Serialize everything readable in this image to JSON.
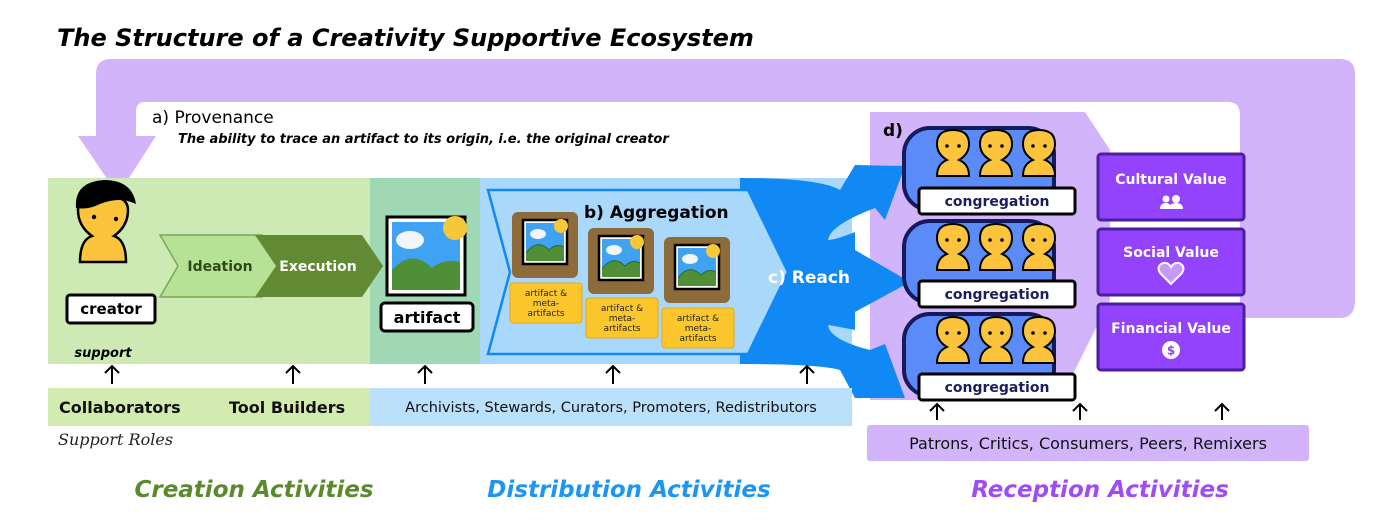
{
  "title": "The Structure of a Creativity Supportive Ecosystem",
  "provenance": {
    "label": "a) Provenance",
    "description": "The ability to trace an artifact to its origin, i.e. the original creator"
  },
  "creation": {
    "creator_label": "creator",
    "stages": [
      "Ideation",
      "Execution"
    ],
    "artifact_label": "artifact",
    "support_label": "support"
  },
  "distribution": {
    "aggregation_label": "b) Aggregation",
    "items": [
      "artifact & meta-artifacts",
      "artifact & meta-artifacts",
      "artifact & meta-artifacts"
    ],
    "item_lines": [
      "artifact &",
      "meta-",
      "artifacts"
    ],
    "reach_label": "c) Reach"
  },
  "reception": {
    "section_label": "d)",
    "congregations": [
      "congregation",
      "congregation",
      "congregation"
    ],
    "values": [
      {
        "label": "Cultural Value",
        "icon": "people-icon"
      },
      {
        "label": "Social Value",
        "icon": "heart-icon"
      },
      {
        "label": "Financial Value",
        "icon": "dollar-icon"
      }
    ]
  },
  "roles": {
    "creation": [
      "Collaborators",
      "Tool Builders"
    ],
    "distribution": "Archivists, Stewards, Curators, Promoters, Redistributors",
    "reception": "Patrons, Critics, Consumers, Peers, Remixers",
    "caption": "Support Roles"
  },
  "categories": {
    "creation": "Creation Activities",
    "distribution": "Distribution Activities",
    "reception": "Reception Activities"
  },
  "colors": {
    "creation_bg": "#cdeab5",
    "artifact_bg": "#a0d8b6",
    "distribution_bg": "#aad8fb",
    "reach_blue": "#1089f5",
    "reception_bg": "#d2b4fa",
    "value_box": "#9343fb",
    "creation_text": "#5b8a2e",
    "distribution_text": "#1c95f3",
    "reception_text": "#a04cf5"
  }
}
